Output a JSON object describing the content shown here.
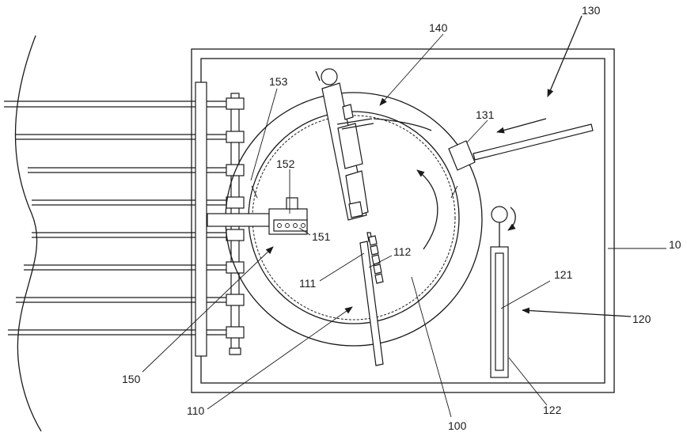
{
  "labels": {
    "l10": "10",
    "l100": "100",
    "l110": "110",
    "l111": "111",
    "l112": "112",
    "l120": "120",
    "l121": "121",
    "l122": "122",
    "l130": "130",
    "l131": "131",
    "l140": "140",
    "l150": "150",
    "l151": "151",
    "l152": "152",
    "l153": "153"
  }
}
